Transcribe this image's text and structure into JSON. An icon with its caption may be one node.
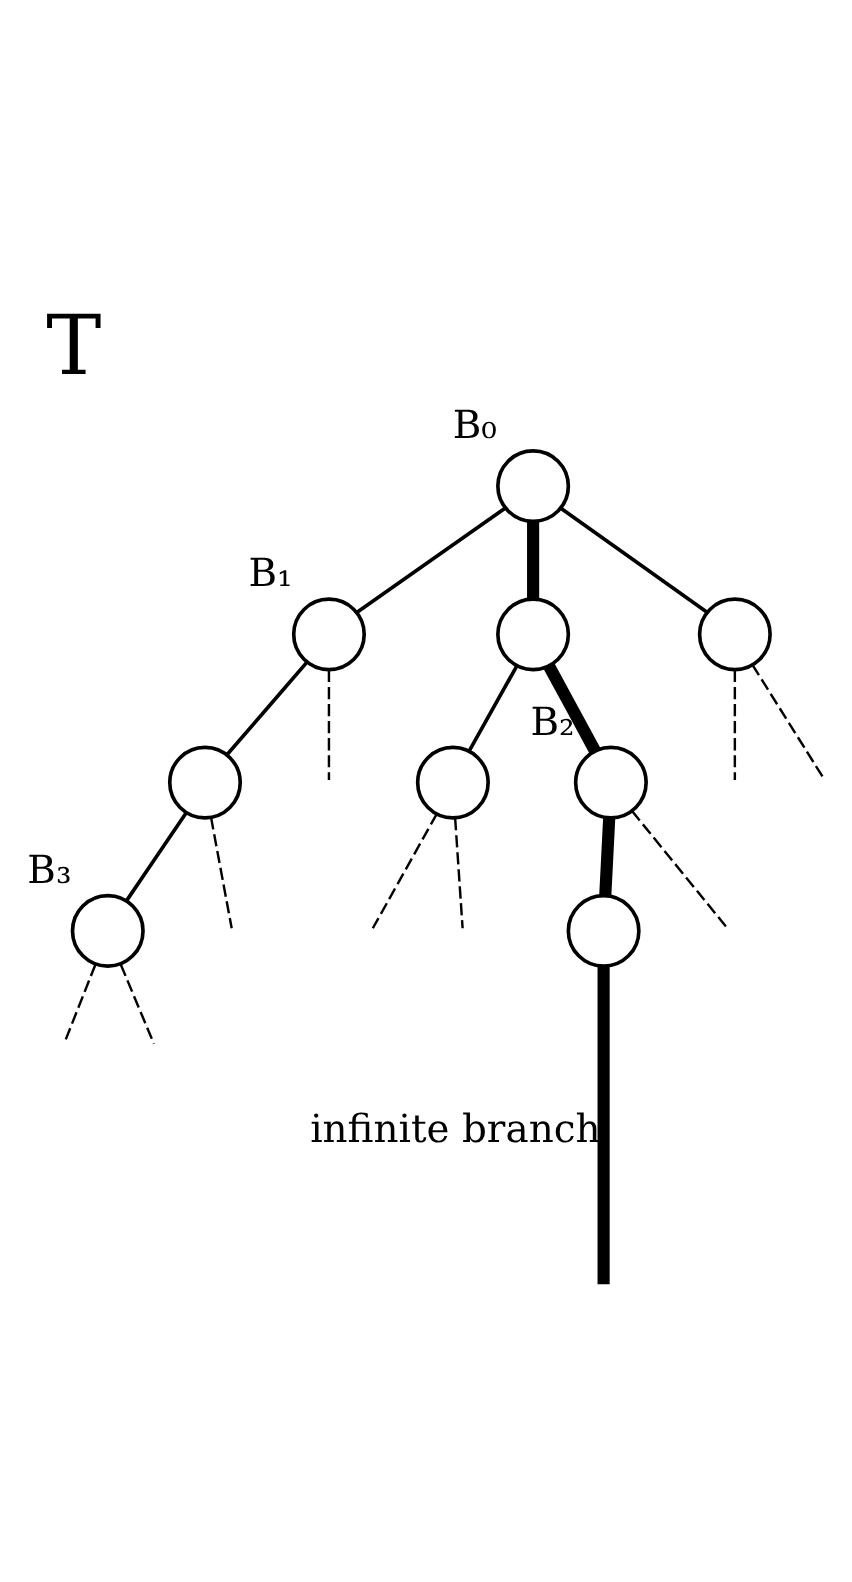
{
  "diagram": {
    "title": "T",
    "nodes": [
      {
        "text": [],
        "shape": "circle",
        "beside": [
          "B₀"
        ]
      },
      {
        "text": [],
        "shape": "circle",
        "beside": [
          "B₁"
        ]
      },
      {
        "text": [],
        "shape": "circle"
      },
      {
        "text": [],
        "shape": "circle"
      },
      {
        "text": [],
        "shape": "circle"
      },
      {
        "text": [],
        "shape": "circle",
        "beside": [
          "B₃"
        ]
      },
      {
        "text": [],
        "shape": "circle"
      },
      {
        "text": [],
        "shape": "circle",
        "beside": [
          "B₂"
        ]
      },
      {
        "text": [],
        "shape": "circle"
      }
    ],
    "edges": [
      {
        "from": 0,
        "to": 1,
        "arrow": "none"
      },
      {
        "from": 0,
        "to": 2,
        "arrow": "none",
        "style": "thick"
      },
      {
        "from": 0,
        "to": 3,
        "arrow": "none"
      },
      {
        "from": 1,
        "to": 4,
        "arrow": "none"
      },
      {
        "from": 1,
        "to": null,
        "arrow": "none",
        "style": "dashed"
      },
      {
        "from": 2,
        "to": 6,
        "arrow": "none"
      },
      {
        "from": 2,
        "to": 7,
        "arrow": "none",
        "style": "thick"
      },
      {
        "from": 3,
        "to": null,
        "arrow": "none",
        "style": "dashed"
      },
      {
        "from": 3,
        "to": null,
        "arrow": "none",
        "style": "dashed"
      },
      {
        "from": 4,
        "to": null,
        "arrow": "none",
        "style": "dashed"
      },
      {
        "from": 4,
        "to": 5,
        "arrow": "none"
      },
      {
        "from": 6,
        "to": null,
        "arrow": "none",
        "style": "dashed"
      },
      {
        "from": 6,
        "to": null,
        "arrow": "none",
        "style": "dashed"
      },
      {
        "from": 7,
        "to": 8,
        "arrow": "none",
        "style": "thick"
      },
      {
        "from": 7,
        "to": null,
        "arrow": "none",
        "style": "dashed"
      },
      {
        "from": 5,
        "to": null,
        "arrow": "none",
        "style": "dashed"
      },
      {
        "from": 5,
        "to": null,
        "arrow": "none",
        "style": "dashed"
      },
      {
        "from": 8,
        "to": null,
        "arrow": "none",
        "style": "thick",
        "label": "infinite branch"
      }
    ]
  }
}
